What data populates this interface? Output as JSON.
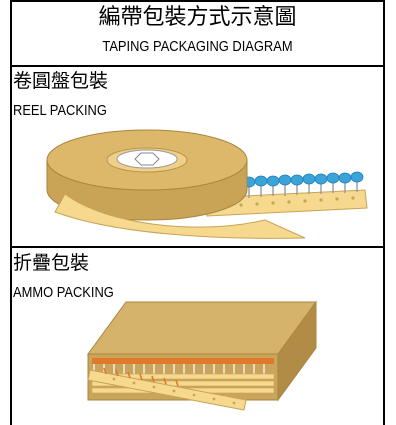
{
  "header": {
    "title_zh": "編帶包裝方式示意圖",
    "title_en": "TAPING PACKAGING DIAGRAM"
  },
  "sections": [
    {
      "title_zh": "卷圓盤包裝",
      "title_en": "REEL PACKING",
      "illustration": "reel-icon"
    },
    {
      "title_zh": "折疊包裝",
      "title_en": "AMMO PACKING",
      "illustration": "ammo-box-icon"
    }
  ],
  "colors": {
    "tape": "#f6d98e",
    "reel": "#deb86a",
    "reel_side": "#c9a356",
    "box": "#c9a45c",
    "capacitor": "#3aa3d8",
    "orange_component": "#e07a2a"
  }
}
